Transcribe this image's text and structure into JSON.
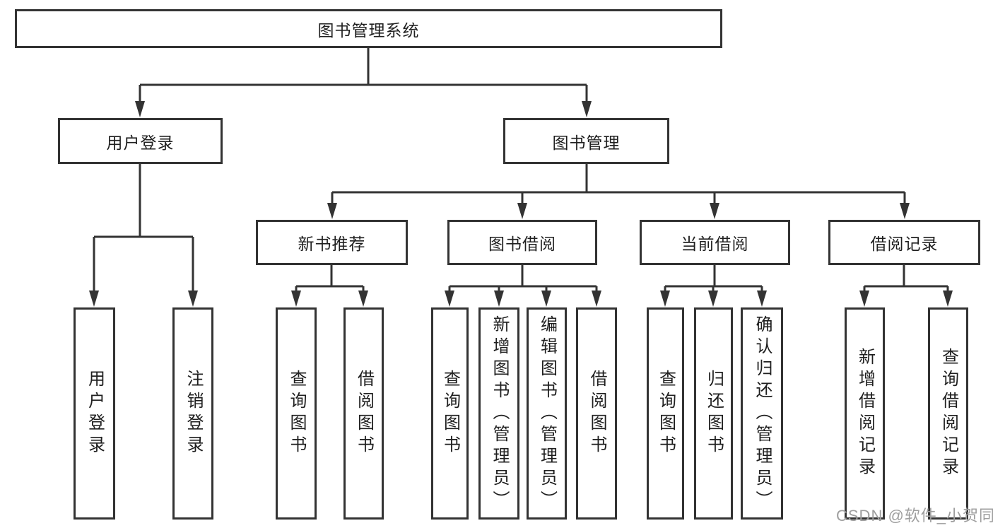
{
  "colors": {
    "line": "#333333",
    "box_fill": "#ffffff",
    "text": "#1f1f1f",
    "watermark": "#9e9e9e"
  },
  "watermark": {
    "text": "CSDN @软件_小贺同学"
  },
  "tree": {
    "label": "图书管理系统",
    "children": [
      {
        "label": "用户登录",
        "children": [
          {
            "label": "用户登录"
          },
          {
            "label": "注销登录"
          }
        ]
      },
      {
        "label": "图书管理",
        "children": [
          {
            "label": "新书推荐",
            "children": [
              {
                "label": "查询图书"
              },
              {
                "label": "借阅图书"
              }
            ]
          },
          {
            "label": "图书借阅",
            "children": [
              {
                "label": "查询图书"
              },
              {
                "label": "新增图书（管理员）"
              },
              {
                "label": "编辑图书（管理员）"
              },
              {
                "label": "借阅图书"
              }
            ]
          },
          {
            "label": "当前借阅",
            "children": [
              {
                "label": "查询图书"
              },
              {
                "label": "归还图书"
              },
              {
                "label": "确认归还（管理员）"
              }
            ]
          },
          {
            "label": "借阅记录",
            "children": [
              {
                "label": "新增借阅记录"
              },
              {
                "label": "查询借阅记录"
              }
            ]
          }
        ]
      }
    ]
  }
}
